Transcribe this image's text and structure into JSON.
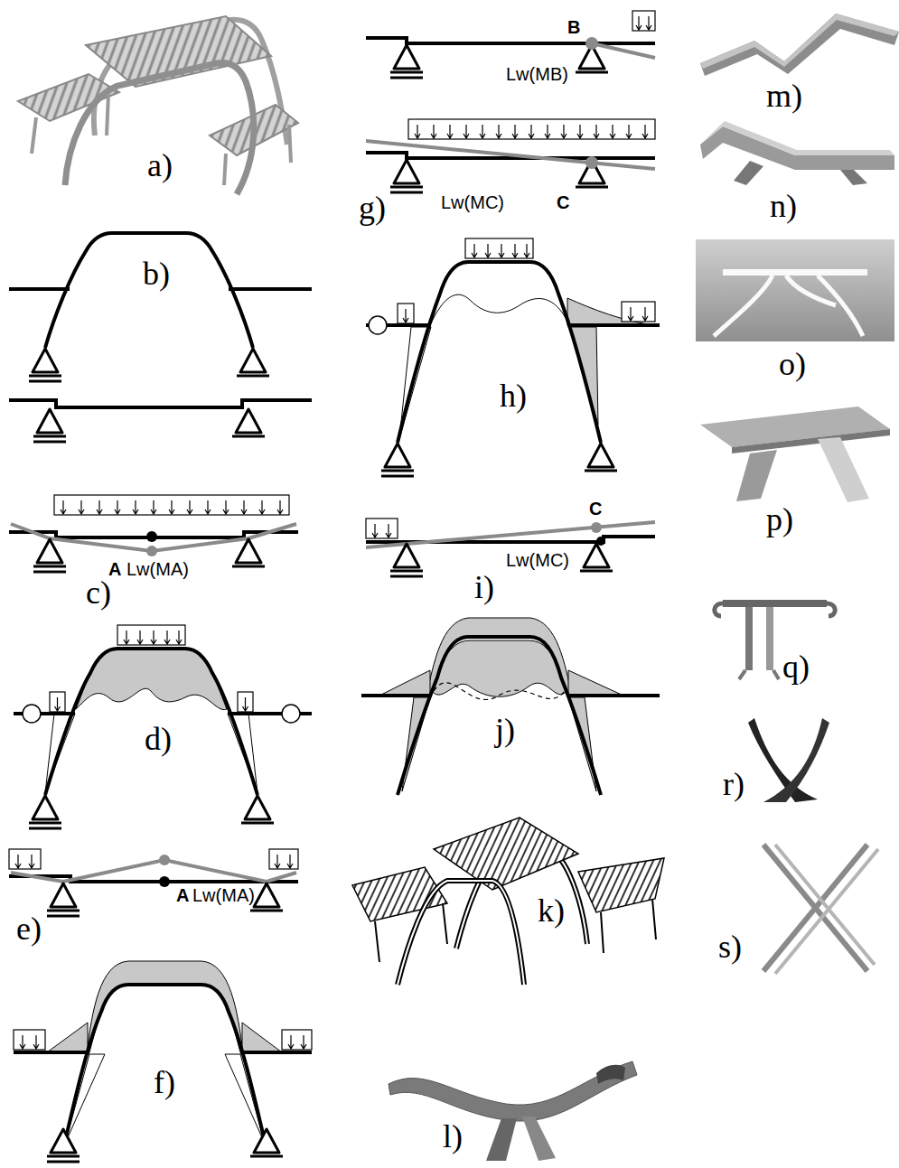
{
  "diagram": {
    "labels": [
      "a)",
      "b)",
      "A",
      "Lw(MA)",
      "c)",
      "d)",
      "A",
      "Lw(MA)",
      "e)",
      "f)",
      "B",
      "Lw(MB)",
      "Lw(MC)",
      "C",
      "g)",
      "h)",
      "Lw(MC)",
      "C",
      "i)",
      "j)",
      "k)",
      "l)",
      "m)",
      "n)",
      "o)",
      "p)",
      "q)",
      "r)",
      "s)"
    ]
  }
}
